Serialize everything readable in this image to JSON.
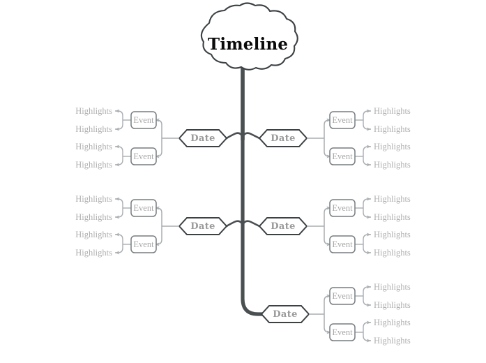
{
  "diagram": {
    "type": "mind-map",
    "title": "Timeline",
    "background_color": "#ffffff",
    "colors": {
      "trunk": "#4a4f52",
      "node_border_dark": "#3c4144",
      "node_border_light": "#9aa0a3",
      "connector": "#a8adb0",
      "root_text": "#0a0a0a",
      "date_text": "#9a9a9a",
      "event_text": "#a8a8a8",
      "highlight_text": "#b0b0b0"
    },
    "root": {
      "shape": "cloud",
      "label": "Timeline"
    },
    "branches": [
      {
        "side": "left",
        "date_label": "Date",
        "events": [
          {
            "label": "Event",
            "highlights": [
              "Highlights",
              "Highlights"
            ]
          },
          {
            "label": "Event",
            "highlights": [
              "Highlights",
              "Highlights"
            ]
          }
        ]
      },
      {
        "side": "right",
        "date_label": "Date",
        "events": [
          {
            "label": "Event",
            "highlights": [
              "Highlights",
              "Highlights"
            ]
          },
          {
            "label": "Event",
            "highlights": [
              "Highlights",
              "Highlights"
            ]
          }
        ]
      },
      {
        "side": "left",
        "date_label": "Date",
        "events": [
          {
            "label": "Event",
            "highlights": [
              "Highlights",
              "Highlights"
            ]
          },
          {
            "label": "Event",
            "highlights": [
              "Highlights",
              "Highlights"
            ]
          }
        ]
      },
      {
        "side": "right",
        "date_label": "Date",
        "events": [
          {
            "label": "Event",
            "highlights": [
              "Highlights",
              "Highlights"
            ]
          },
          {
            "label": "Event",
            "highlights": [
              "Highlights",
              "Highlights"
            ]
          }
        ]
      },
      {
        "side": "right",
        "date_label": "Date",
        "events": [
          {
            "label": "Event",
            "highlights": [
              "Highlights",
              "Highlights"
            ]
          },
          {
            "label": "Event",
            "highlights": [
              "Highlights",
              "Highlights"
            ]
          }
        ]
      }
    ]
  },
  "labels": {
    "root": "Timeline",
    "date": "Date",
    "event": "Event",
    "highlight": "Highlights"
  }
}
